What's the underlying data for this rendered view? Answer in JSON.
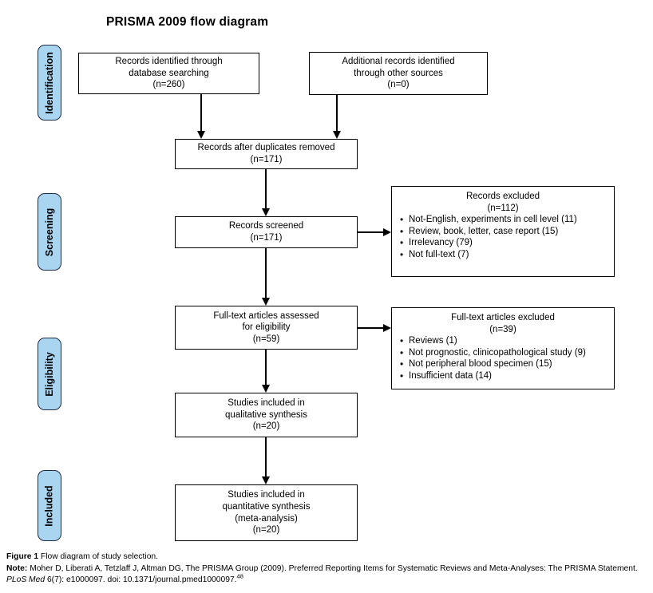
{
  "title": "PRISMA 2009 flow diagram",
  "colors": {
    "stage_fill": "#aad5f0",
    "stage_border": "#1f2a44",
    "box_border": "#000000"
  },
  "stages": [
    "Identification",
    "Screening",
    "Eligibility",
    "Included"
  ],
  "boxes": {
    "identified": {
      "lines": [
        "Records identified through",
        "database searching",
        "(n=260)"
      ]
    },
    "additional": {
      "lines": [
        "Additional records identified",
        "through other sources",
        "(n=0)"
      ]
    },
    "duplicates": {
      "lines": [
        "Records after duplicates removed",
        "(n=171)"
      ]
    },
    "screened": {
      "lines": [
        "Records screened",
        "(n=171)"
      ]
    },
    "excluded": {
      "title_lines": [
        "Records excluded",
        "(n=112)"
      ],
      "bullets": [
        "Not-English, experiments in cell level (11)",
        "Review, book, letter, case report (15)",
        "Irrelevancy (79)",
        "Not full-text (7)"
      ]
    },
    "fulltext": {
      "lines": [
        "Full-text articles assessed",
        "for eligibility",
        "(n=59)"
      ]
    },
    "fulltext_excluded": {
      "title_lines": [
        "Full-text articles excluded",
        "(n=39)"
      ],
      "bullets": [
        "Reviews (1)",
        "Not prognostic, clinicopathological study (9)",
        "Not peripheral blood specimen (15)",
        "Insufficient data (14)"
      ]
    },
    "qualitative": {
      "lines": [
        "Studies included in",
        "qualitative synthesis",
        "(n=20)"
      ]
    },
    "quantitative": {
      "lines": [
        "Studies included in",
        "quantitative synthesis",
        "(meta-analysis)",
        "(n=20)"
      ]
    }
  },
  "footer": {
    "figure_label": "Figure 1",
    "figure_text": "Flow diagram of study selection.",
    "note_label": "Note:",
    "note_text": "Moher D, Liberati A, Tetzlaff J, Altman DG, The PRISMA Group (2009). Preferred Reporting Items for Systematic Reviews and Meta-Analyses: The PRISMA Statement.",
    "journal_italic": "PLoS Med",
    "journal_rest": " 6(7): e1000097. doi: 10.1371/journal.pmed1000097.",
    "citation_sup": "48"
  }
}
